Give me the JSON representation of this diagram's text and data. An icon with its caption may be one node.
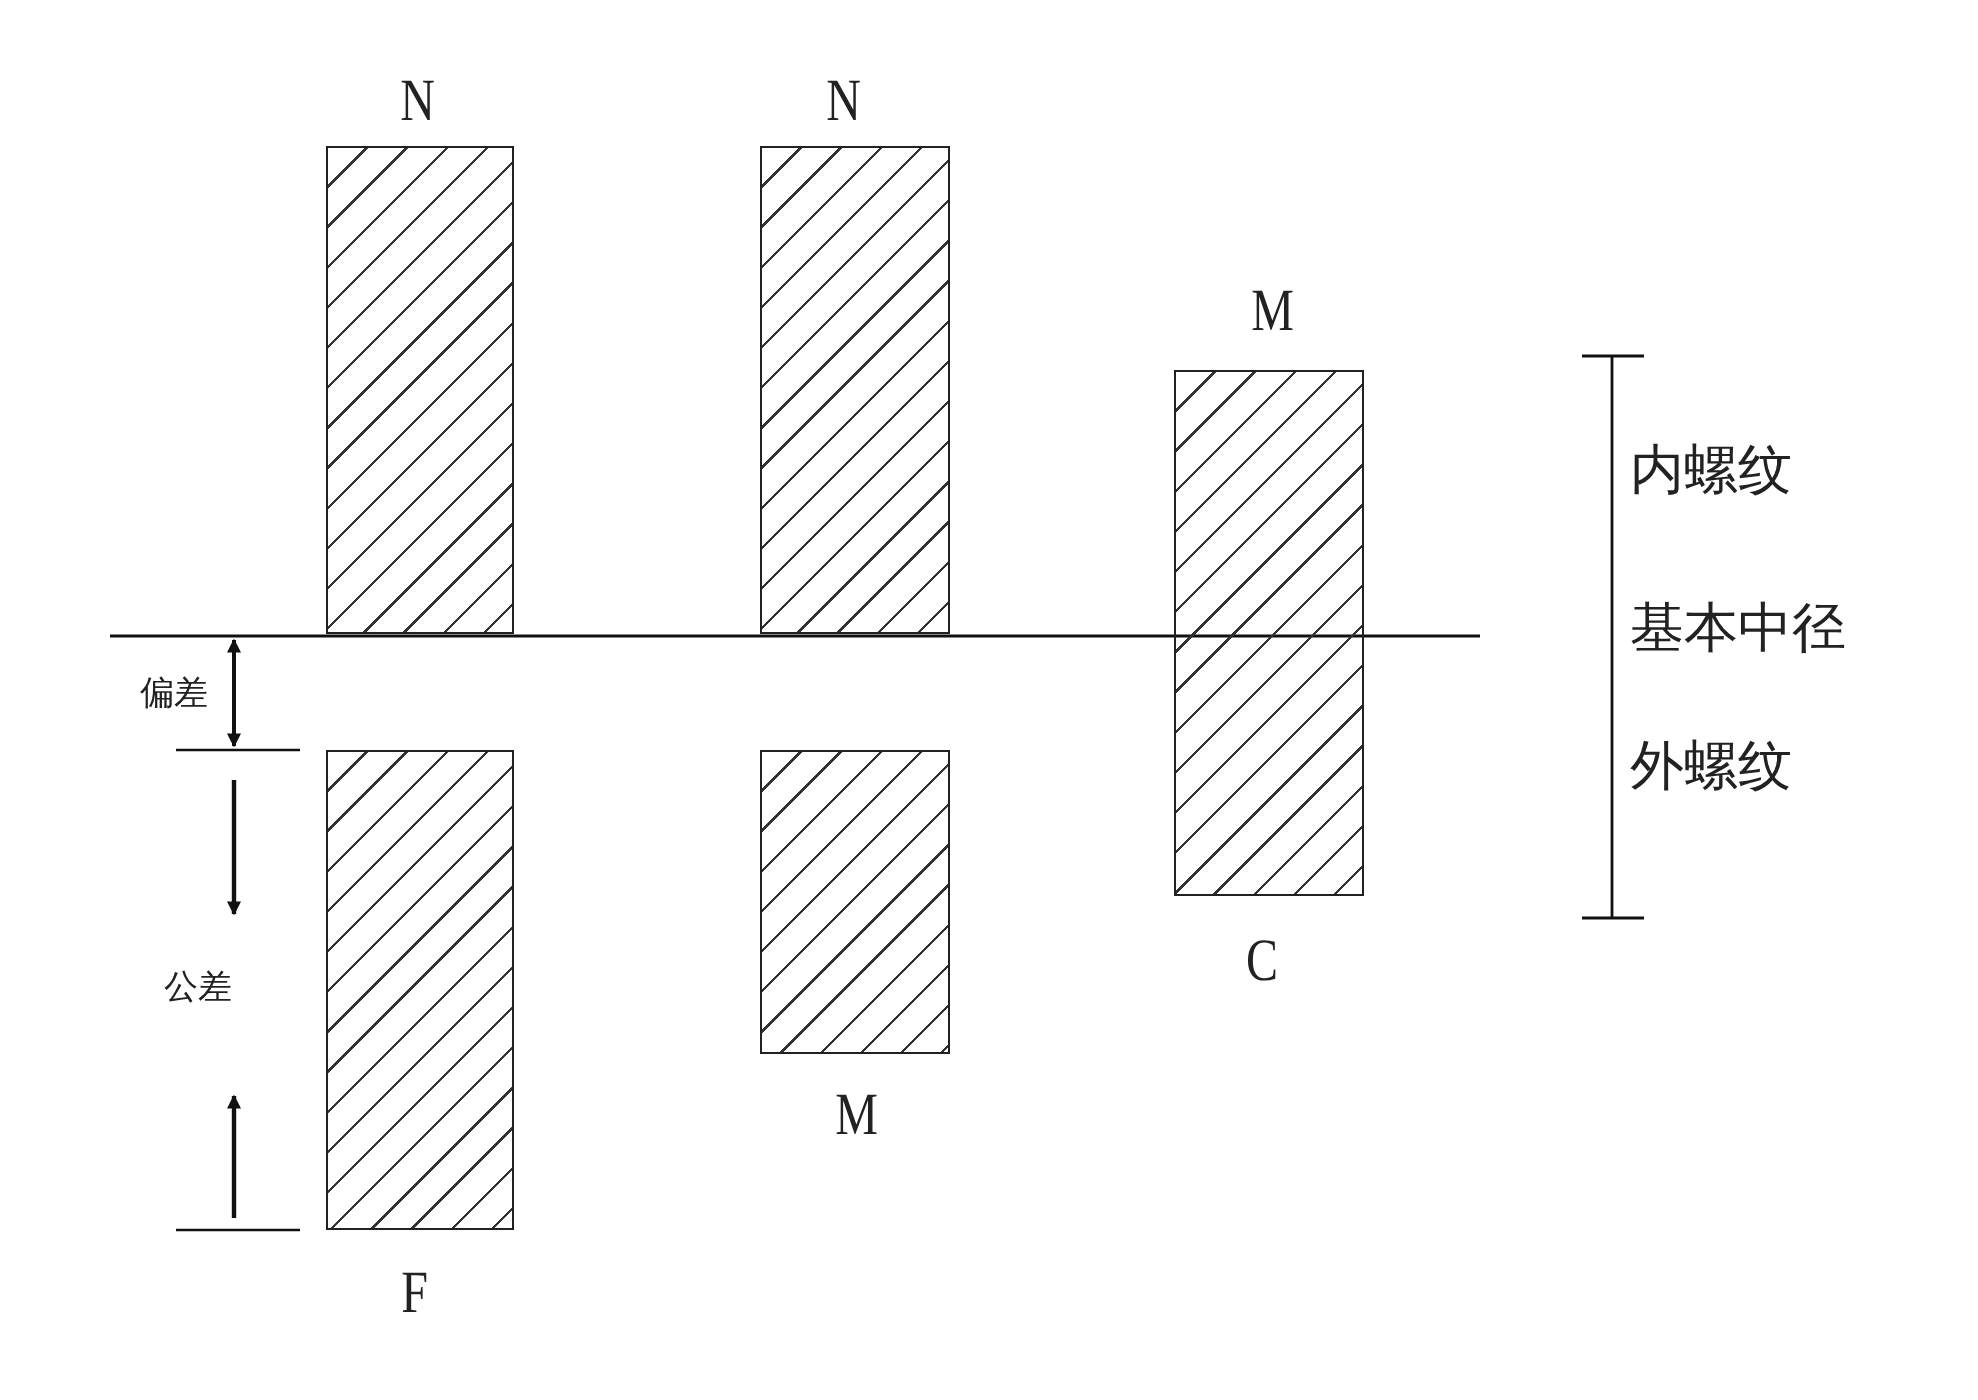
{
  "diagram": {
    "nodes": [
      {
        "text": [],
        "shape": "box",
        "beside": [
          "N"
        ]
      },
      {
        "text": [],
        "shape": "box",
        "beside": [
          "F"
        ]
      },
      {
        "text": [],
        "shape": "box",
        "beside": [
          "N"
        ]
      },
      {
        "text": [],
        "shape": "box",
        "beside": [
          "M"
        ]
      },
      {
        "text": [],
        "shape": "box",
        "beside": [
          "M",
          "C"
        ]
      }
    ],
    "edges": [],
    "labels": [
      "偏差",
      "公差",
      "内螺纹",
      "基本中径",
      "外螺纹"
    ]
  }
}
